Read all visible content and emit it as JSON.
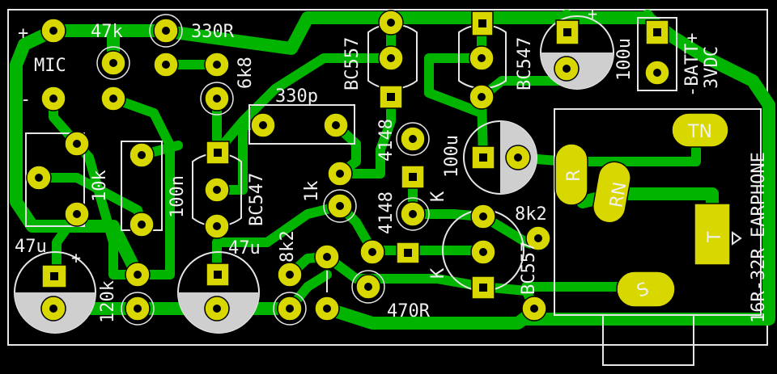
{
  "labels": {
    "plus": "+",
    "mic": "MIC",
    "minus": "-",
    "r47k": "47k",
    "r330r": "330R",
    "r6k8": "6k8",
    "c330p": "330p",
    "q_bc557_top": "BC557",
    "q_bc547_top": "BC547",
    "c100u_top": "100u",
    "plus_top": "+",
    "batt": "-BATT+",
    "v3": "3VDC",
    "r10k": "10k",
    "c100n": "100n",
    "q_bc547_mid": "BC547",
    "d4148_a": "4148",
    "c100u_mid": "100u",
    "k_a": "K",
    "r1k": "1k",
    "d4148_b": "4148",
    "r8k2_right": "8k2",
    "c47u_left": "47u",
    "plus_left": "+",
    "r120k": "120k",
    "c47u_mid": "47u",
    "r8k2_mid": "8k2",
    "k_b": "K",
    "q_bc557_bot": "BC557",
    "r470r": "470R",
    "earphone": "16R-32R EARPHONE",
    "tn": "TN",
    "r": "R",
    "rn": "RN",
    "t": "T",
    "s": "S"
  },
  "colors": {
    "board": "#000000",
    "copper": "#00b400",
    "pad": "#d8d800",
    "silk": "#e6e6e6"
  }
}
